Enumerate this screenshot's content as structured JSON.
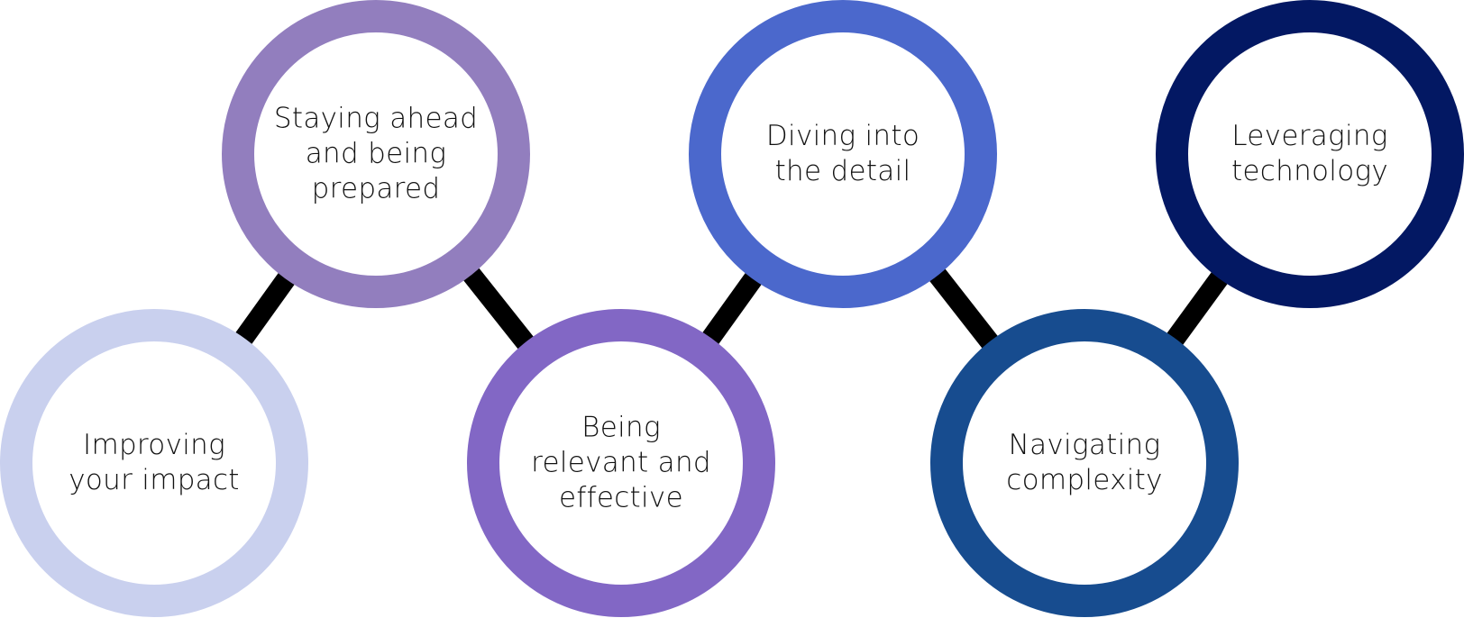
{
  "diagram": {
    "title": "",
    "connector_color": "#000000",
    "nodes": [
      {
        "id": "n1",
        "lines": [
          "Improving",
          "your impact"
        ],
        "ring_color": "#c9d0ee"
      },
      {
        "id": "n2",
        "lines": [
          "Staying ahead",
          "and being",
          "prepared"
        ],
        "ring_color": "#927ebe"
      },
      {
        "id": "n3",
        "lines": [
          "Being",
          "relevant and",
          "effective"
        ],
        "ring_color": "#8267c5"
      },
      {
        "id": "n4",
        "lines": [
          "Diving into",
          "the detail"
        ],
        "ring_color": "#4b68cc"
      },
      {
        "id": "n5",
        "lines": [
          "Navigating",
          "complexity"
        ],
        "ring_color": "#174c8f"
      },
      {
        "id": "n6",
        "lines": [
          "Leveraging",
          "technology"
        ],
        "ring_color": "#031863"
      }
    ],
    "edges": [
      [
        "n1",
        "n2"
      ],
      [
        "n2",
        "n3"
      ],
      [
        "n3",
        "n4"
      ],
      [
        "n4",
        "n5"
      ],
      [
        "n5",
        "n6"
      ]
    ]
  }
}
